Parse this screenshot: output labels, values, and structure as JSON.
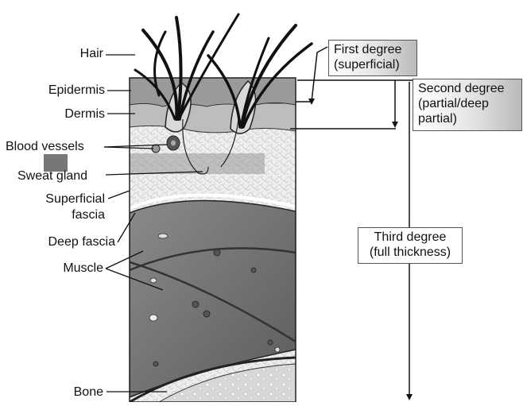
{
  "labels": {
    "hair": "Hair",
    "epidermis": "Epidermis",
    "dermis": "Dermis",
    "blood_vessels": "Blood vessels",
    "sweat_gland": "Sweat gland",
    "superficial_fascia_1": "Superficial",
    "superficial_fascia_2": "fascia",
    "deep_fascia": "Deep fascia",
    "muscle": "Muscle",
    "bone": "Bone"
  },
  "burn_degrees": {
    "first": {
      "line1": "First degree",
      "line2": "(superficial)"
    },
    "second": {
      "line1": "Second degree",
      "line2": "(partial/deep",
      "line3": "partial)"
    },
    "third": {
      "line1": "Third degree",
      "line2": "(full thickness)"
    }
  },
  "colors": {
    "epidermis": "#9a9a9a",
    "dermis": "#bdbdbd",
    "subcutaneous": "#ececec",
    "muscle": "#6f6f6f",
    "bone": "#d6d6d6",
    "line": "#111111"
  }
}
